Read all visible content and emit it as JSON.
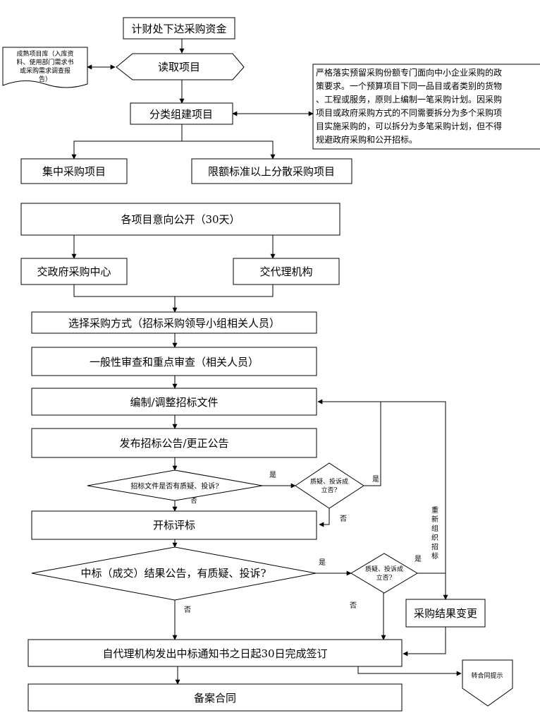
{
  "nodes": {
    "funding": "计财处下达采购资金",
    "project_library": [
      "成熟项目库（入库资",
      "料、使用部门需求书",
      "或采购需求调查报",
      "告）"
    ],
    "read_project": "读取项目",
    "classify_project": "分类组建项目",
    "policy_note": [
      "严格落实预留采购份额专门面向中小企业采购的政",
      "策要求。一个预算项目下同一品目或者类别的货物",
      "、工程或服务，原则上编制一笔采购计划。因采购",
      "项目或政府采购方式的不同需要拆分为多个采购项",
      "目实施采购的，可以拆分为多笔采购计划，但不得",
      "规避政府采购和公开招标。"
    ],
    "centralized": "集中采购项目",
    "decentralized": "限额标准以上分散采购项目",
    "intent_publish": "各项目意向公开（30天）",
    "gov_center": "交政府采购中心",
    "agency": "交代理机构",
    "choose_method": "选择采购方式（招标采购领导小组相关人员）",
    "review": "一般性审查和重点审查（相关人员）",
    "compile_docs": "编制/调整招标文件",
    "publish_notice": "发布招标公告/更正公告",
    "doc_question": "招标文件是否有质疑、投诉?",
    "complaint_valid_1": [
      "质疑、投诉成",
      "立否?"
    ],
    "bid_opening": "开标评标",
    "result_question": "中标（成交）结果公告，有质疑、投诉?",
    "complaint_valid_2": [
      "质疑、投诉成",
      "立否?"
    ],
    "result_change": "采购结果变更",
    "rebid": [
      "重",
      "新",
      "组",
      "织",
      "招",
      "标"
    ],
    "sign_contract": "自代理机构发出中标通知书之日起30日完成签订",
    "contract_hint": "转合同提示",
    "archive": "备案合同"
  },
  "edge_labels": {
    "yes_doc": "是",
    "no_doc": "否",
    "yes_valid1": "是",
    "no_valid1": "否",
    "yes_result": "是",
    "no_result": "否",
    "yes_valid2": "是",
    "no_valid2": "否"
  }
}
